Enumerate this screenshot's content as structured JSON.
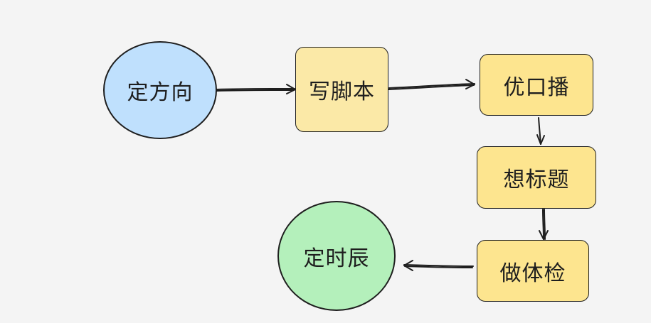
{
  "diagram": {
    "nodes": [
      {
        "id": "dingfangxiang",
        "label": "定方向",
        "shape": "ellipse",
        "color": "#bfe0fd"
      },
      {
        "id": "xiejiaoben",
        "label": "写脚本",
        "shape": "rectangle",
        "color": "#fbe9a7"
      },
      {
        "id": "youkoubo",
        "label": "优口播",
        "shape": "rectangle",
        "color": "#fde58f"
      },
      {
        "id": "xiangbiaoti",
        "label": "想标题",
        "shape": "rectangle",
        "color": "#fde58f"
      },
      {
        "id": "zuotijian",
        "label": "做体检",
        "shape": "rectangle",
        "color": "#fde58f"
      },
      {
        "id": "dingshichen",
        "label": "定时辰",
        "shape": "ellipse",
        "color": "#b4f0bb"
      }
    ],
    "edges": [
      {
        "from": "dingfangxiang",
        "to": "xiejiaoben"
      },
      {
        "from": "xiejiaoben",
        "to": "youkoubo"
      },
      {
        "from": "youkoubo",
        "to": "xiangbiaoti"
      },
      {
        "from": "xiangbiaoti",
        "to": "zuotijian"
      },
      {
        "from": "zuotijian",
        "to": "dingshichen"
      }
    ]
  }
}
